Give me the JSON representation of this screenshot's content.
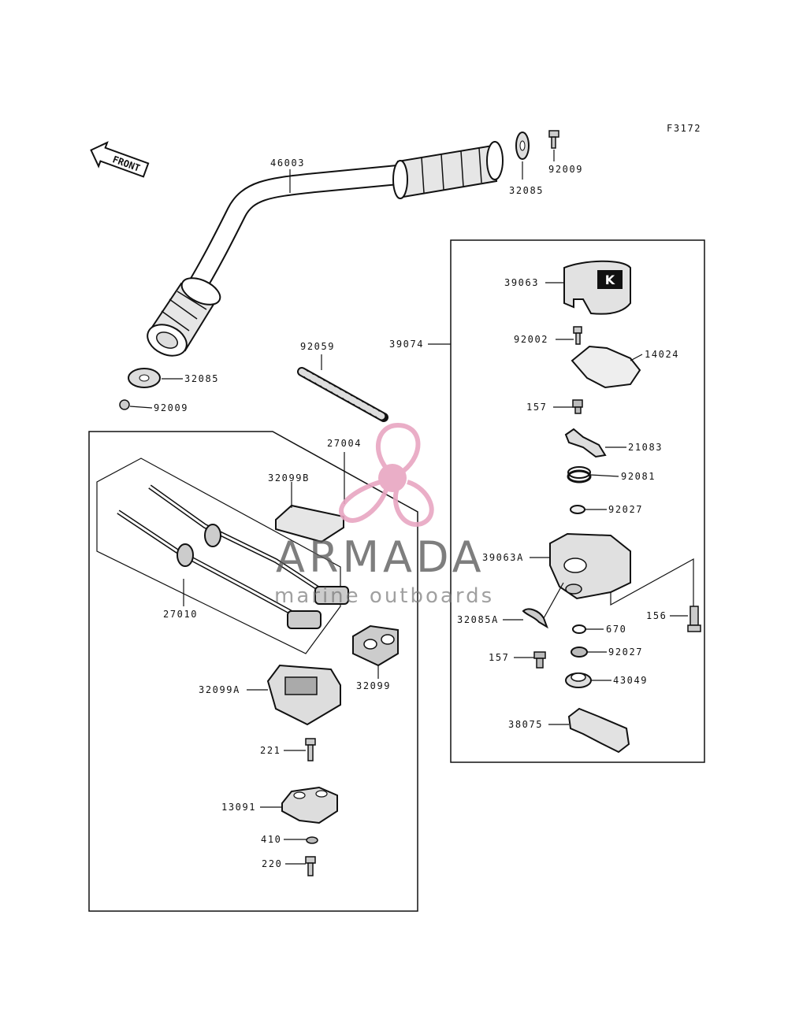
{
  "figure_code": "F3172",
  "front_label": "FRONT",
  "watermark": {
    "title": "ARMADA",
    "subtitle": "marine outboards"
  },
  "parts": {
    "p46003": "46003",
    "p32085_top": "32085",
    "p92009_top": "92009",
    "p32085_left": "32085",
    "p92009_left": "92009",
    "p92059": "92059",
    "p39074": "39074",
    "p39063": "39063",
    "p92002": "92002",
    "p14024": "14024",
    "p157_a": "157",
    "p21083": "21083",
    "p92081": "92081",
    "p92027_a": "92027",
    "p39063A": "39063A",
    "p156": "156",
    "p32085A": "32085A",
    "p670": "670",
    "p157_b": "157",
    "p92027_b": "92027",
    "p43049": "43049",
    "p38075": "38075",
    "p27004": "27004",
    "p32099B": "32099B",
    "p27010": "27010",
    "p32099": "32099",
    "p32099A": "32099A",
    "p221": "221",
    "p13091": "13091",
    "p410": "410",
    "p220": "220"
  },
  "colors": {
    "line": "#1a1a1a",
    "part_fill": "#d9d9d9",
    "watermark_pink": "#e8a6c2"
  }
}
